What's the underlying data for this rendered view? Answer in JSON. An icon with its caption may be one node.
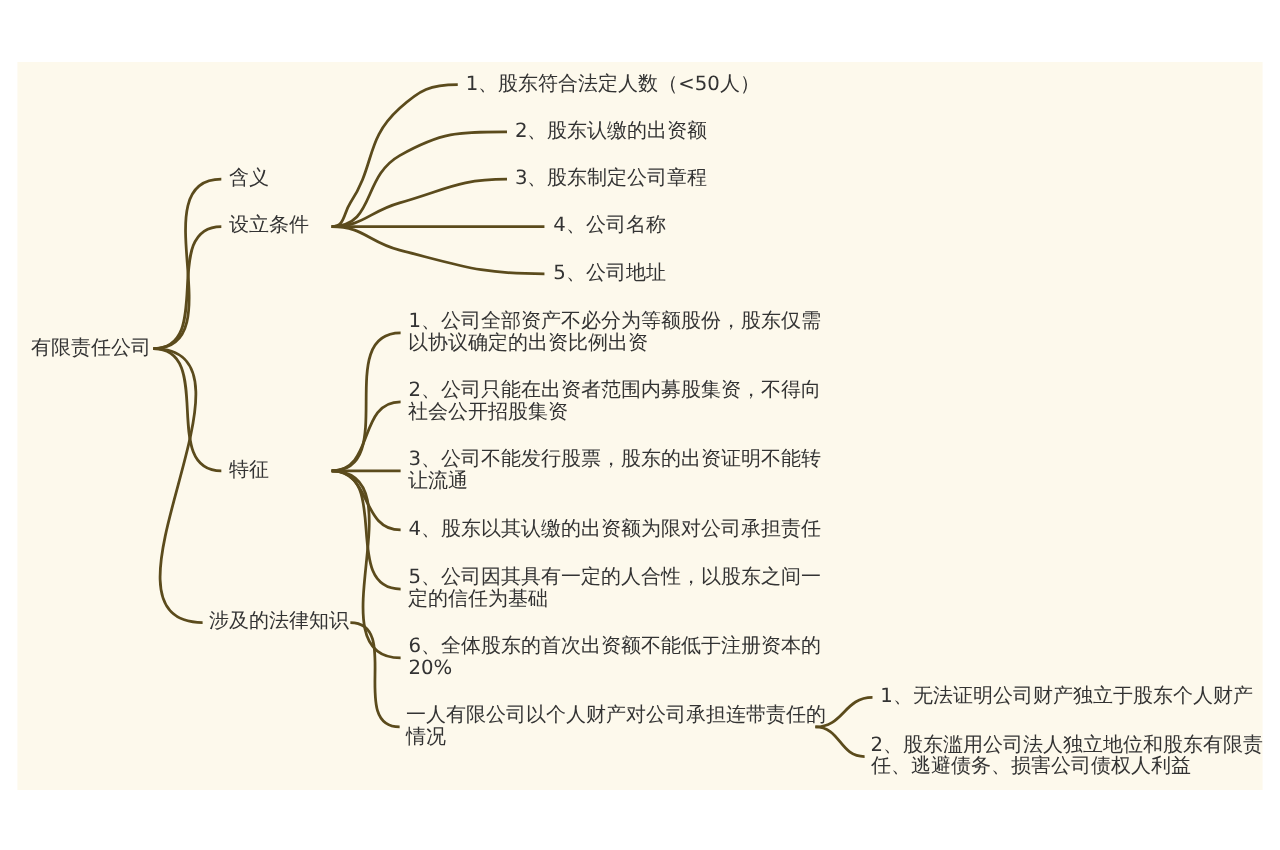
{
  "diagram": {
    "nodes": [
      {
        "text": [
          "有限责任公司"
        ]
      },
      {
        "text": [
          "含义"
        ]
      },
      {
        "text": [
          "设立条件"
        ]
      },
      {
        "text": [
          "1、股东符合法定人数（<50人）"
        ]
      },
      {
        "text": [
          "2、股东认缴的出资额"
        ]
      },
      {
        "text": [
          "3、股东制定公司章程"
        ]
      },
      {
        "text": [
          "4、公司名称"
        ]
      },
      {
        "text": [
          "5、公司地址"
        ]
      },
      {
        "text": [
          "特征"
        ]
      },
      {
        "text": [
          "1、公司全部资产不必分为等额股份，股东仅需以协议确定的出资比例出资"
        ]
      },
      {
        "text": [
          "2、公司只能在出资者范围内募股集资，不得向社会公开招股集资"
        ]
      },
      {
        "text": [
          "3、公司不能发行股票，股东的出资证明不能转让流通"
        ]
      },
      {
        "text": [
          "4、股东以其认缴的出资额为限对公司承担责任"
        ]
      },
      {
        "text": [
          "5、公司因其具有一定的人合性，以股东之间一定的信任为基础"
        ]
      },
      {
        "text": [
          "6、全体股东的首次出资额不能低于注册资本的20%"
        ]
      },
      {
        "text": [
          "涉及的法律知识"
        ]
      },
      {
        "text": [
          "一人有限公司以个人财产对公司承担连带责任的情况"
        ]
      },
      {
        "text": [
          "1、无法证明公司财产独立于股东个人财产"
        ]
      },
      {
        "text": [
          "2、股东滥用公司法人独立地位和股东有限责任、逃避债务、损害公司债权人利益"
        ]
      }
    ],
    "edges": [
      {
        "from": 0,
        "to": 1,
        "arrow": "none"
      },
      {
        "from": 0,
        "to": 2,
        "arrow": "none"
      },
      {
        "from": 0,
        "to": 8,
        "arrow": "none"
      },
      {
        "from": 0,
        "to": 15,
        "arrow": "none"
      },
      {
        "from": 2,
        "to": 3,
        "arrow": "none"
      },
      {
        "from": 2,
        "to": 4,
        "arrow": "none"
      },
      {
        "from": 2,
        "to": 5,
        "arrow": "none"
      },
      {
        "from": 2,
        "to": 6,
        "arrow": "none"
      },
      {
        "from": 2,
        "to": 7,
        "arrow": "none"
      },
      {
        "from": 8,
        "to": 9,
        "arrow": "none"
      },
      {
        "from": 8,
        "to": 10,
        "arrow": "none"
      },
      {
        "from": 8,
        "to": 11,
        "arrow": "none"
      },
      {
        "from": 8,
        "to": 12,
        "arrow": "none"
      },
      {
        "from": 8,
        "to": 13,
        "arrow": "none"
      },
      {
        "from": 8,
        "to": 14,
        "arrow": "none"
      },
      {
        "from": 15,
        "to": 16,
        "arrow": "none"
      },
      {
        "from": 16,
        "to": 17,
        "arrow": "none"
      },
      {
        "from": 16,
        "to": 18,
        "arrow": "none"
      }
    ]
  }
}
